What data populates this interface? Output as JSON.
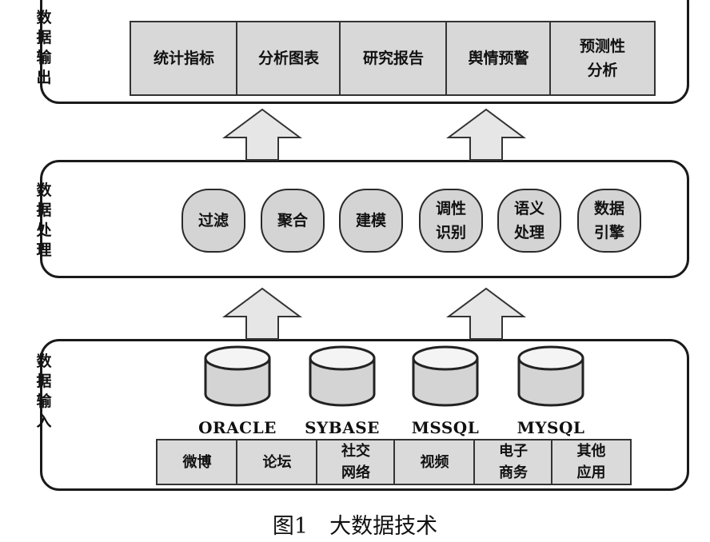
{
  "output_layer": {
    "label": "数\n据\n输\n出",
    "boxes": [
      "统计指标",
      "分析图表",
      "研究报告",
      "舆情预警",
      "预测性\n分析"
    ]
  },
  "processing_layer": {
    "label": "数\n据\n处\n理",
    "steps": [
      "过滤",
      "聚合",
      "建模",
      "调性\n识别",
      "语义\n处理",
      "数据\n引擎"
    ]
  },
  "input_layer": {
    "label": "数\n据\n输\n入",
    "databases": [
      "ORACLE",
      "SYBASE",
      "MSSQL",
      "MYSQL"
    ],
    "sources": [
      "微博",
      "论坛",
      "社交\n网络",
      "视频",
      "电子\n商务",
      "其他\n应用"
    ]
  },
  "caption": "图1　大数据技术",
  "colors": {
    "border": "#1a1a1a",
    "box_fill": "#d8d8d8",
    "arrow_fill": "#e6e6e6"
  }
}
